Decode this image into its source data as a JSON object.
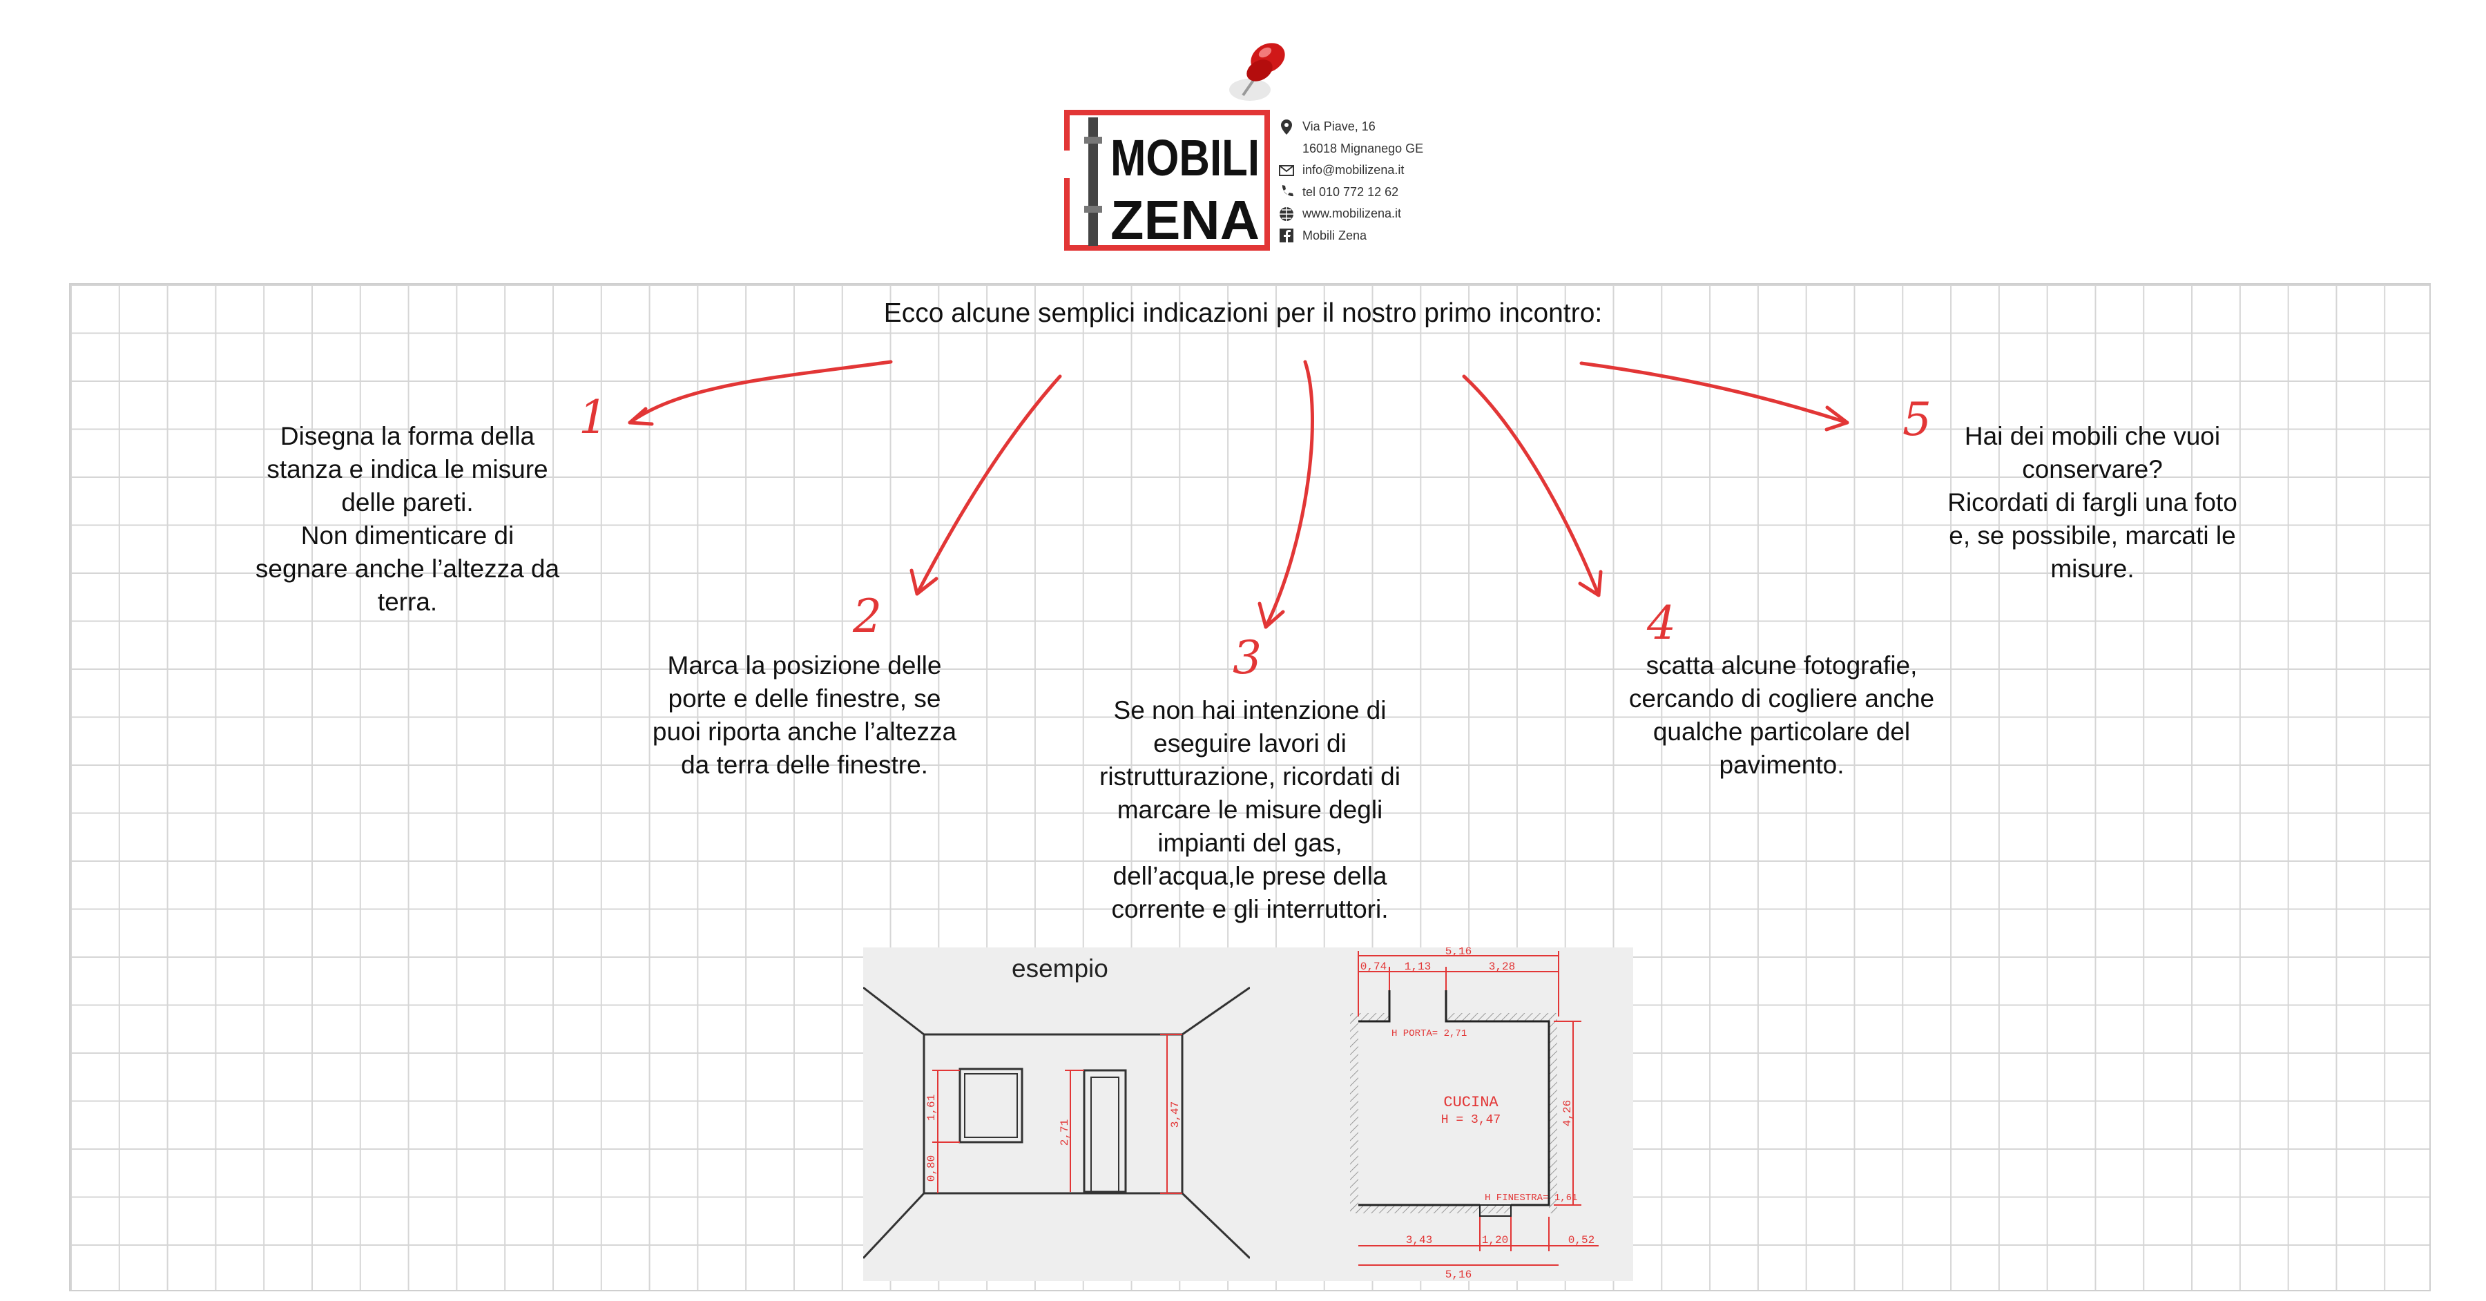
{
  "header": {
    "logo_text_line1": "MOBILI",
    "logo_text_line2": "ZENA",
    "address_line1": "Via Piave, 16",
    "address_line2": "16018 Mignanego GE",
    "email": "info@mobilizena.it",
    "phone": "tel 010 772 12 62",
    "website": "www.mobilizena.it",
    "facebook": "Mobili Zena",
    "icons": [
      "location-pin-icon",
      "mail-icon",
      "phone-icon",
      "globe-icon",
      "facebook-icon"
    ],
    "colors": {
      "brand_red": "#e23636",
      "text_dark": "#111111"
    }
  },
  "intro": "Ecco alcune semplici indicazioni per il nostro primo incontro:",
  "steps": [
    {
      "number": "1",
      "lines": [
        "Disegna la forma della",
        "stanza e indica le misure",
        "delle pareti.",
        "Non dimenticare di",
        "segnare anche l’altezza da",
        "terra."
      ]
    },
    {
      "number": "2",
      "lines": [
        "Marca la posizione delle",
        "porte e delle finestre, se",
        "puoi riporta anche l’altezza",
        "da terra delle finestre."
      ]
    },
    {
      "number": "3",
      "lines": [
        "Se non hai intenzione di",
        "eseguire lavori di",
        "ristrutturazione, ricordati di",
        "marcare le misure degli",
        "impianti del gas,",
        "dell’acqua,le prese della",
        "corrente e gli interruttori."
      ]
    },
    {
      "number": "4",
      "lines": [
        "scatta alcune fotografie,",
        "cercando di cogliere anche",
        "qualche particolare del",
        "pavimento."
      ]
    },
    {
      "number": "5",
      "lines": [
        "Hai dei mobili che vuoi",
        "conservare?",
        "Ricordati di fargli una foto",
        "e, se possibile, marcati le",
        "misure."
      ]
    }
  ],
  "example": {
    "title": "esempio",
    "wall_dims": {
      "window_height": "1,61",
      "window_sill": "0,80",
      "door_height": "2,71",
      "room_height": "3,47"
    },
    "plan": {
      "top_total": "5,16",
      "top_seg1": "0,74",
      "top_seg2": "1,13",
      "top_seg3": "3,28",
      "door_label": "H PORTA= 2,71",
      "room_name": "CUCINA",
      "room_height": "H = 3,47",
      "side": "4,26",
      "window_label": "H FINESTRA= 1,61",
      "bottom_seg1": "3,43",
      "bottom_seg2": "1,20",
      "bottom_seg3": "0,52",
      "bottom_total": "5,16"
    }
  }
}
